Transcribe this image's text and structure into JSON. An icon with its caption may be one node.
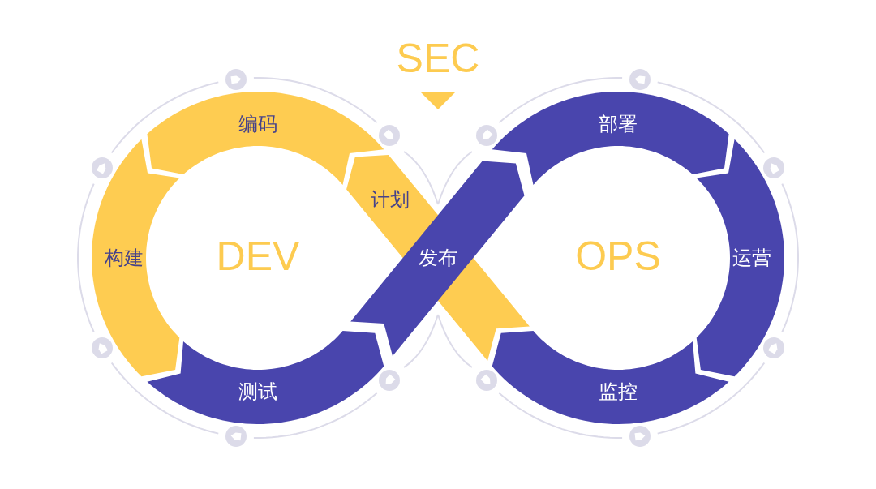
{
  "diagram": {
    "nodes": [
      {
        "text": [
          "计划"
        ]
      },
      {
        "text": [
          "编码"
        ]
      },
      {
        "text": [
          "构建"
        ]
      },
      {
        "text": [
          "测试"
        ]
      },
      {
        "text": [
          "发布"
        ]
      },
      {
        "text": [
          "部署"
        ]
      },
      {
        "text": [
          "运营"
        ]
      },
      {
        "text": [
          "监控"
        ]
      }
    ],
    "labels": [
      "SEC",
      "DEV",
      "OPS"
    ]
  }
}
